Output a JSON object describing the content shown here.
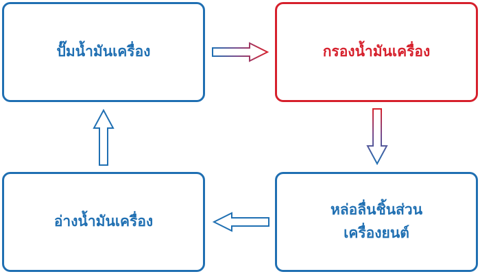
{
  "diagram": {
    "nodes": {
      "pump": {
        "label": "ปั๊มน้ำมันเครื่อง"
      },
      "filter": {
        "label": "กรองน้ำมันเครื่อง"
      },
      "parts": {
        "label_line1": "หล่อลื่นชิ้นส่วน",
        "label_line2": "เครื่องยนต์"
      },
      "sump": {
        "label": "อ่างน้ำมันเครื่อง"
      }
    },
    "edges": [
      {
        "from": "pump",
        "to": "filter"
      },
      {
        "from": "filter",
        "to": "parts"
      },
      {
        "from": "parts",
        "to": "sump"
      },
      {
        "from": "sump",
        "to": "pump"
      }
    ],
    "colors": {
      "blue": "#1f6fb2",
      "red": "#d6202c"
    }
  }
}
